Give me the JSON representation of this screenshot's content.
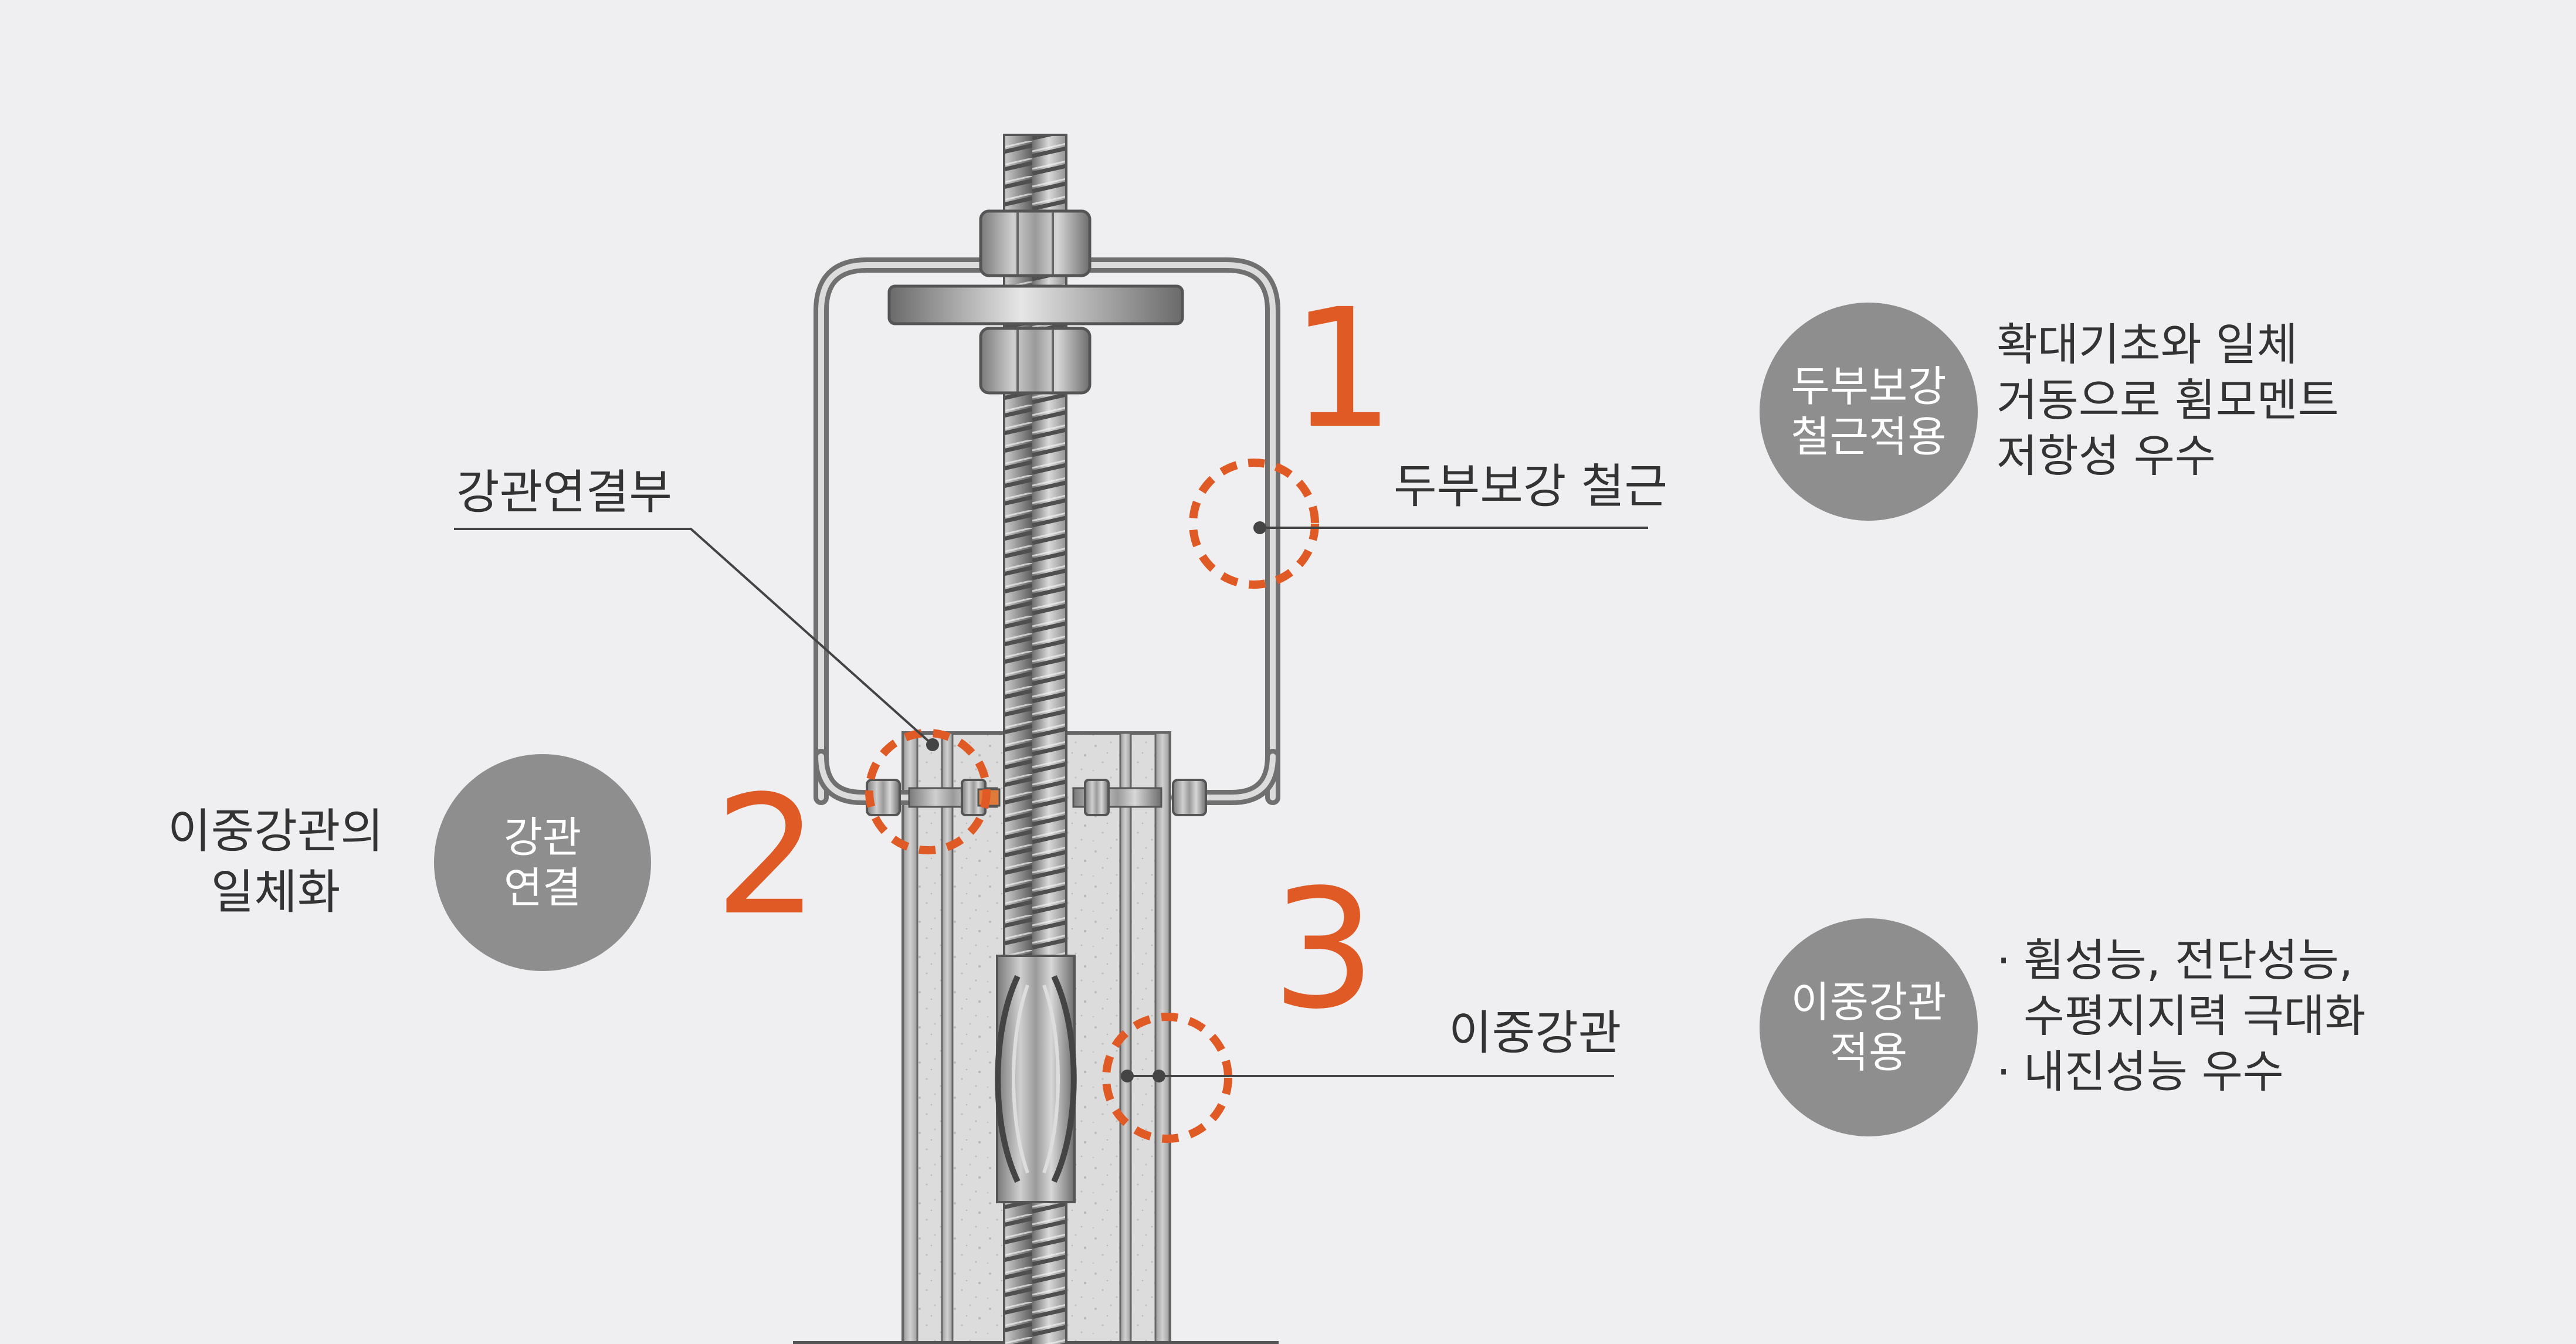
{
  "labels": {
    "pipe_joint": "강관연결부",
    "cap_rebar": "두부보강 철근",
    "double_pipe": "이중강관",
    "left_desc_line1": "이중강관의",
    "left_desc_line2": "일체화"
  },
  "numbers": {
    "n1": "1",
    "n2": "2",
    "n3": "3"
  },
  "badges": {
    "top_right": {
      "line1": "두부보강",
      "line2": "철근적용"
    },
    "left": {
      "line1": "강관",
      "line2": "연결"
    },
    "bottom_right": {
      "line1": "이중강관",
      "line2": "적용"
    }
  },
  "top_desc": [
    "확대기초와 일체",
    "거동으로 휨모멘트",
    "저항성 우수"
  ],
  "bottom_desc": {
    "bullet": "·",
    "item1_line1": "휨성능, 전단성능,",
    "item1_line2": "수평지지력 극대화",
    "item2": "내진성능 우수"
  },
  "colors": {
    "accent": "#e05a25",
    "badge": "#8e8e8e",
    "background": "#efeef0",
    "text": "#333333"
  }
}
